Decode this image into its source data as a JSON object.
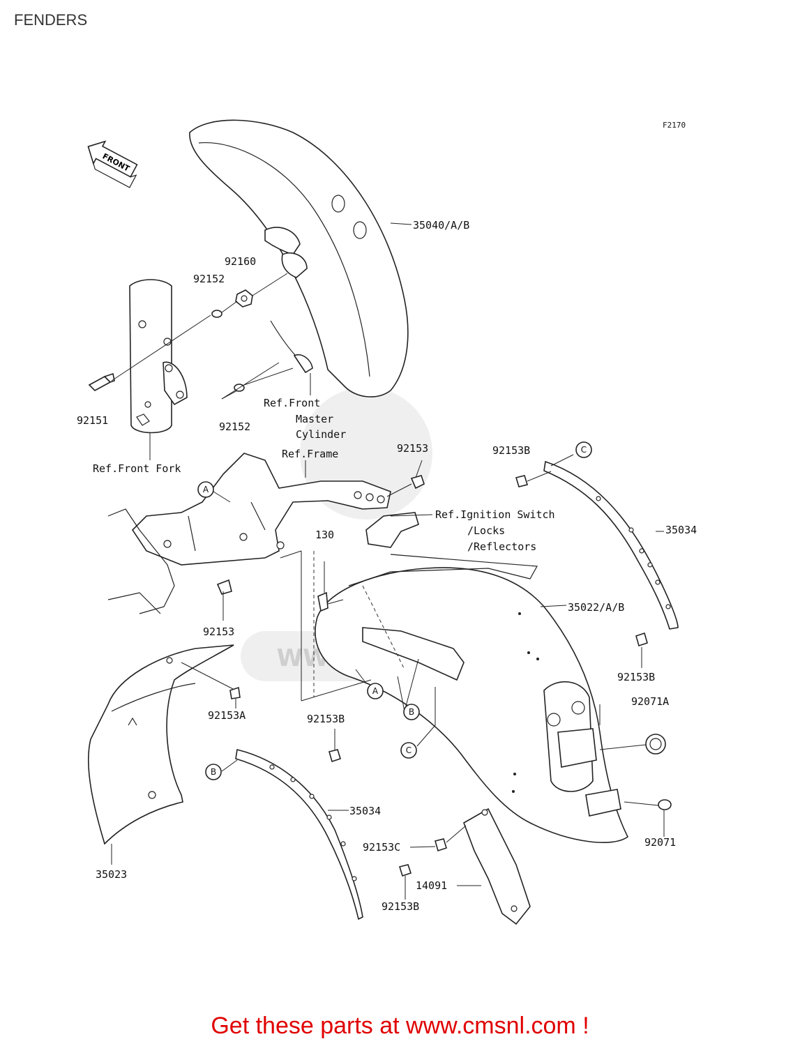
{
  "header": {
    "title": "FENDERS"
  },
  "diagram": {
    "code": "F2170",
    "front_arrow_label": "FRONT",
    "part_labels": [
      "35040/A/B",
      "92160",
      "92152",
      "92151",
      "92152",
      "92153",
      "92153B",
      "35034",
      "130",
      "35022/A/B",
      "92153",
      "92153B",
      "92071A",
      "92153A",
      "92153B",
      "35034",
      "92153C",
      "92071",
      "35023",
      "14091",
      "92153B"
    ],
    "ref_labels": [
      "Ref.Front",
      "Master",
      "Cylinder",
      "Ref.Front Fork",
      "Ref.Frame",
      "Ref.Ignition Switch",
      "/Locks",
      "/Reflectors"
    ],
    "callouts": [
      "A",
      "C",
      "A",
      "B",
      "C",
      "B"
    ],
    "watermark": "WWW.CMSNL.COM"
  },
  "footer": {
    "text": "Get these parts at www.cmsnl.com !"
  },
  "colors": {
    "footer_text": "#e00000",
    "line": "#222222"
  }
}
